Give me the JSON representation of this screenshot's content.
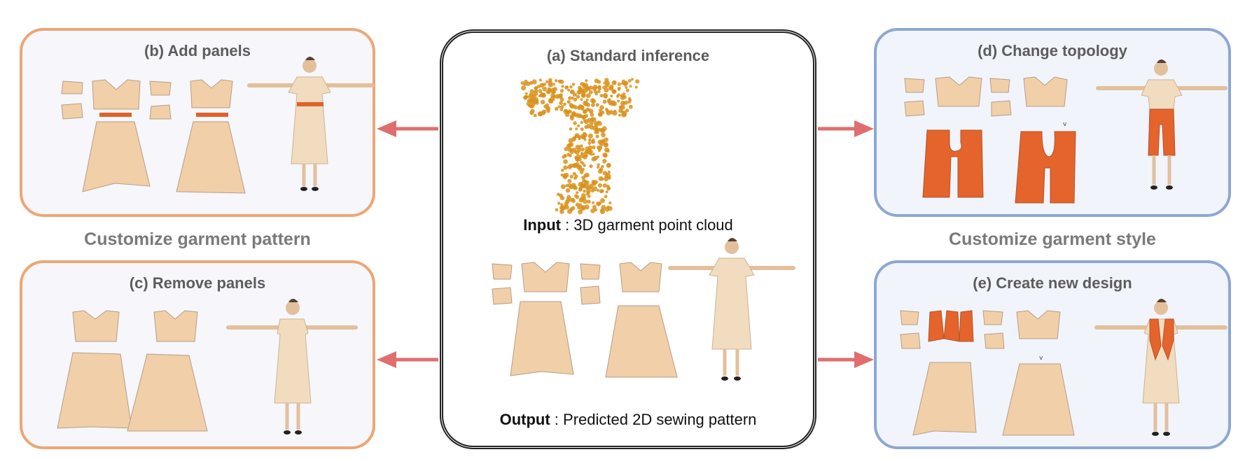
{
  "center": {
    "title": "(a) Standard inference",
    "input_bold": "Input",
    "input_text": " : 3D garment point cloud",
    "output_bold": "Output",
    "output_text": " : Predicted 2D sewing pattern"
  },
  "left": {
    "panel_b_title": "(b) Add panels",
    "section_label": "Customize garment pattern",
    "panel_c_title": "(c) Remove panels"
  },
  "right": {
    "panel_d_title": "(d) Change topology",
    "section_label": "Customize garment style",
    "panel_e_title": "(e) Create new design"
  },
  "colors": {
    "orange_border": "#eca674",
    "blue_border": "#8ea7d3",
    "arrow": "#e06e6e",
    "panel_fabric": "#f1cfa8",
    "highlight": "#e4642b",
    "point_cloud": "#d9921c"
  }
}
